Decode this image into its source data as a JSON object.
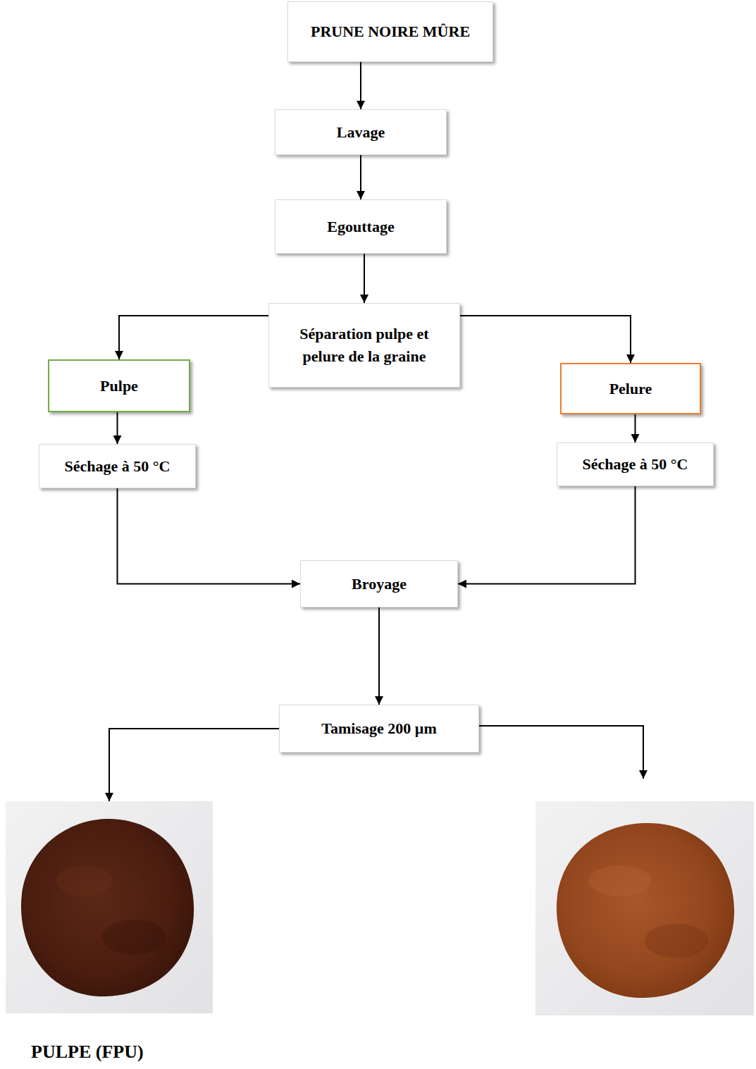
{
  "diagram": {
    "nodes": [
      {
        "text": [
          "PRUNE NOIRE MÛRE"
        ]
      },
      {
        "text": [
          "Lavage"
        ]
      },
      {
        "text": [
          "Egouttage"
        ]
      },
      {
        "text": [
          "Séparation pulpe et pelure de la graine"
        ]
      },
      {
        "text": [
          "Pulpe"
        ]
      },
      {
        "text": [
          "Pelure"
        ]
      },
      {
        "text": [
          "Séchage à 50 °C"
        ]
      },
      {
        "text": [
          "Séchage à 50 °C"
        ]
      },
      {
        "text": [
          "Broyage"
        ]
      },
      {
        "text": [
          "Tamisage 200 µm"
        ]
      },
      {
        "text": [
          "PULPE (FPU)"
        ]
      }
    ],
    "edges": [
      {
        "from": 0,
        "to": 1,
        "arrow": "to"
      },
      {
        "from": 1,
        "to": 2,
        "arrow": "to"
      },
      {
        "from": 2,
        "to": 3,
        "arrow": "to"
      },
      {
        "from": 3,
        "to": 4,
        "arrow": "to"
      },
      {
        "from": 3,
        "to": 5,
        "arrow": "to"
      },
      {
        "from": 4,
        "to": 6,
        "arrow": "to"
      },
      {
        "from": 5,
        "to": 7,
        "arrow": "to"
      },
      {
        "from": 6,
        "to": 8,
        "arrow": "to"
      },
      {
        "from": 7,
        "to": 8,
        "arrow": "to"
      },
      {
        "from": 8,
        "to": 9,
        "arrow": "to"
      },
      {
        "from": 9,
        "to": 10,
        "arrow": "to"
      }
    ]
  }
}
